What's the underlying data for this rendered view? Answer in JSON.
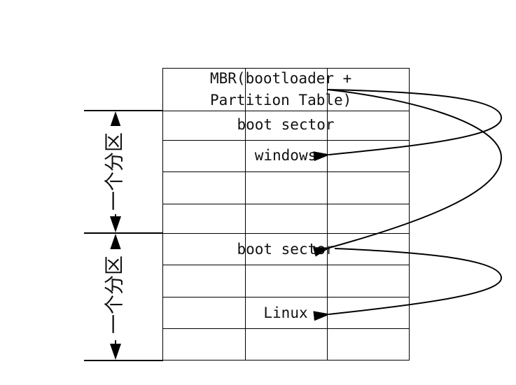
{
  "diagram": {
    "mbr_line1": "MBR(bootloader +",
    "mbr_line2": "Partition Table)",
    "partition1": {
      "boot_label": "boot sector",
      "os_label": "windows",
      "side_label": "一个分区"
    },
    "partition2": {
      "boot_label": "boot sector",
      "os_label": "Linux",
      "side_label": "一个分区"
    }
  },
  "colors": {
    "line": "#000000",
    "background": "#ffffff"
  }
}
